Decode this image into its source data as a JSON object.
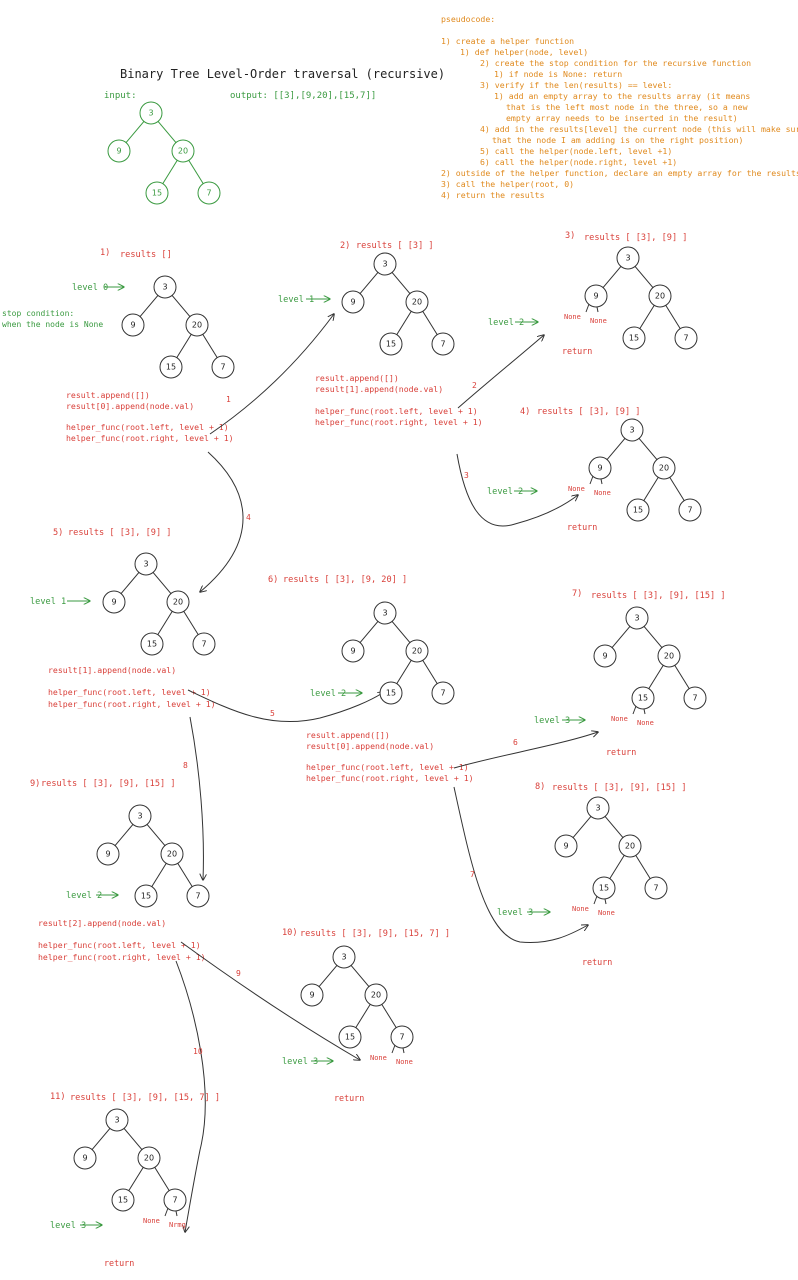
{
  "title": "Binary Tree Level-Order traversal (recursive)",
  "input_label": "input:",
  "output_label": "output: [[3],[9,20],[15,7]]",
  "pseudocode": {
    "heading": "pseudocode:",
    "lines": [
      "1) create a helper function",
      "1) def helper(node, level)",
      "2) create the stop condition for the recursive function",
      "1) if node is None: return",
      "3) verify if the len(results) == level:",
      "1) add an empty array to the results array (it means",
      "that is the left most node in the three, so a new",
      "empty array needs to be inserted in the result)",
      "4) add in the results[level] the current node (this will make sure",
      "that the node I am adding is on the right position)",
      "5) call the helper(node.left, level +1)",
      "6) call the helper(node.right, level +1)",
      "2) outside of the helper function, declare an empty array for the results",
      "3) call the helper(root, 0)",
      "4) return the results"
    ]
  },
  "stop_condition": [
    "stop condition:",
    "when the node is None"
  ],
  "words": {
    "none": "None",
    "none_scrawl": "Nrmg",
    "return": "return"
  },
  "steps": [
    {
      "label": "1)",
      "results": "results []",
      "level": "level 0"
    },
    {
      "label": "2)",
      "results": "results [ [3] ]",
      "level": "level 1"
    },
    {
      "label": "3)",
      "results": "results [ [3], [9] ]",
      "level": "level 2"
    },
    {
      "label": "4)",
      "results": "results [ [3], [9] ]",
      "level": "level 2"
    },
    {
      "label": "5)",
      "results": "results [ [3], [9] ]",
      "level": "level 1"
    },
    {
      "label": "6)",
      "results": "results [ [3], [9, 20] ]",
      "level": "level 2"
    },
    {
      "label": "7)",
      "results": "results [ [3], [9], [15] ]",
      "level": "level 3"
    },
    {
      "label": "8)",
      "results": "results [ [3], [9], [15] ]",
      "level": "level 3"
    },
    {
      "label": "9)",
      "results": "results [ [3], [9], [15] ]",
      "level": "level 2"
    },
    {
      "label": "10)",
      "results": "results [ [3], [9], [15, 7] ]",
      "level": "level 3"
    },
    {
      "label": "11)",
      "results": "results [ [3], [9], [15, 7] ]",
      "level": "level 3"
    }
  ],
  "code": {
    "append_0": [
      "result.append([])",
      "result[0].append(node.val)"
    ],
    "append_1": [
      "result.append([])",
      "result[1].append(node.val)"
    ],
    "append_1_only": [
      "result[1].append(node.val)"
    ],
    "append_2_only": [
      "result[2].append(node.val)"
    ],
    "calls": [
      "helper_func(root.left, level + 1)",
      "helper_func(root.right, level + 1)"
    ]
  },
  "arrow_numbers": [
    "1",
    "2",
    "3",
    "4",
    "5",
    "6",
    "7",
    "8",
    "9",
    "10"
  ],
  "tree_values": [
    "3",
    "9",
    "20",
    "15",
    "7"
  ],
  "colors": {
    "red": "#d9403a",
    "green": "#3a9a40",
    "orange": "#e08a1e",
    "ink": "#333333"
  }
}
